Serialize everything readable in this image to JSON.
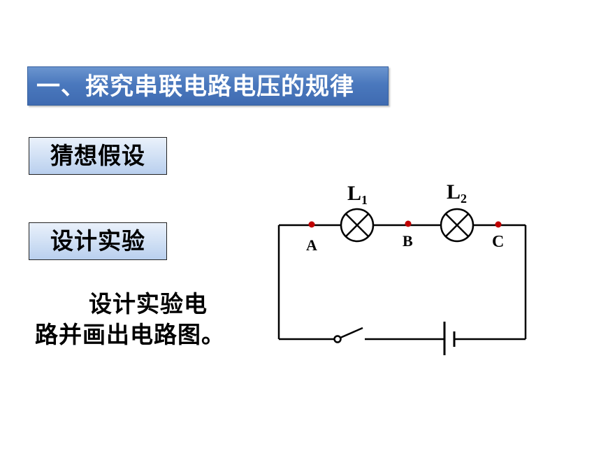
{
  "title": "一、探究串联电路电压的规律",
  "sections": [
    {
      "label": "猜想假设"
    },
    {
      "label": "设计实验"
    }
  ],
  "instruction": {
    "line1": "设计实验电",
    "line2": "路并画出电路图。"
  },
  "circuit": {
    "lamp1": {
      "letter": "L",
      "sub": "1"
    },
    "lamp2": {
      "letter": "L",
      "sub": "2"
    },
    "points": [
      "A",
      "B",
      "C"
    ],
    "point_color": "#c00000"
  }
}
